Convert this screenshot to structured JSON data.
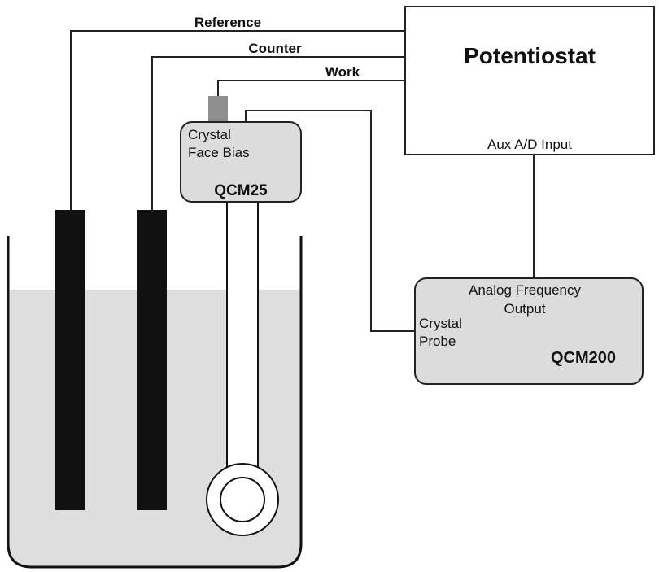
{
  "diagram": {
    "colors": {
      "liquid": "#dedede",
      "box_fill": "#dcdcdc",
      "electrode": "#111111",
      "connector": "#8f8f8f",
      "line": "#222222"
    },
    "wires": {
      "reference": "Reference",
      "counter": "Counter",
      "work": "Work"
    },
    "potentiostat": {
      "title": "Potentiostat",
      "aux_input": "Aux A/D Input"
    },
    "qcm25": {
      "line1": "Crystal",
      "line2": "Face Bias",
      "name": "QCM25"
    },
    "qcm200": {
      "line1": "Analog Frequency",
      "line2": "Output",
      "probe1": "Crystal",
      "probe2": "Probe",
      "name": "QCM200"
    }
  }
}
